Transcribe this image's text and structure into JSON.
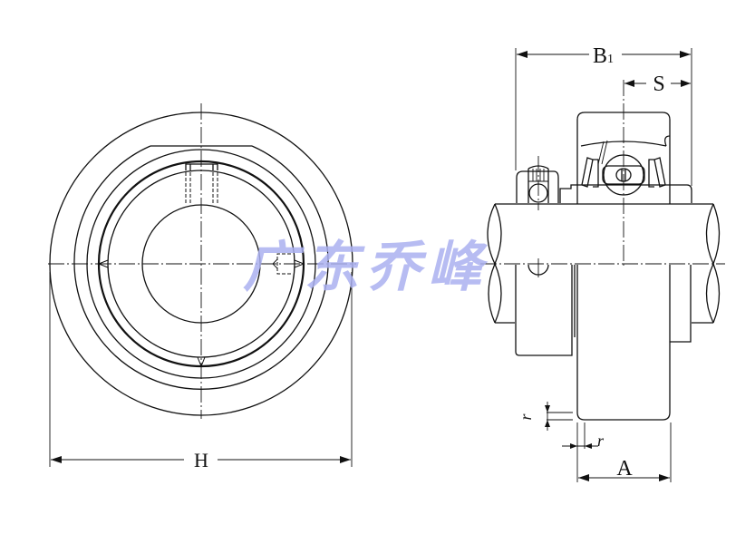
{
  "drawing": {
    "title": "Take-up bearing unit technical drawing",
    "front_view": {
      "dimension_H": "H"
    },
    "side_view": {
      "dimension_B1_main": "B",
      "dimension_B1_sub": "1",
      "dimension_S": "S",
      "dimension_A": "A",
      "fillet_r_vertical": "r",
      "fillet_r_horizontal": "r"
    },
    "watermark": {
      "text": "广东乔峰",
      "color": "#aab0f0"
    },
    "colors": {
      "line": "#111111",
      "background": "#ffffff"
    }
  }
}
